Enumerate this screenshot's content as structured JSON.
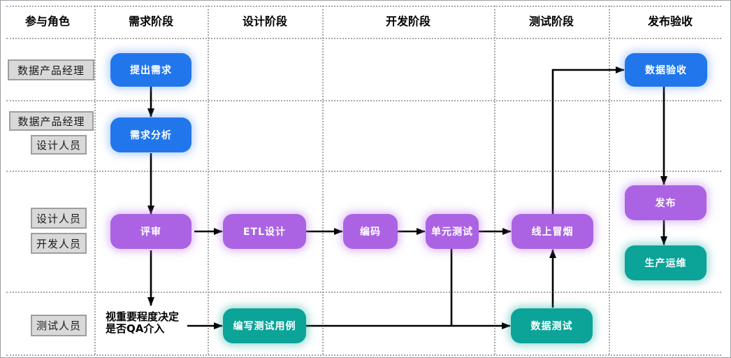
{
  "header": {
    "columns": [
      {
        "label": "参与角色"
      },
      {
        "label": "需求阶段"
      },
      {
        "label": "设计阶段"
      },
      {
        "label": "开发阶段"
      },
      {
        "label": "测试阶段"
      },
      {
        "label": "发布验收"
      }
    ]
  },
  "roles": [
    {
      "label": "数据产品经理"
    },
    {
      "label": "数据产品经理"
    },
    {
      "label": "设计人员"
    },
    {
      "label": "设计人员"
    },
    {
      "label": "开发人员"
    },
    {
      "label": "测试人员"
    }
  ],
  "nodes": [
    {
      "label": "提出需求",
      "type": "blue"
    },
    {
      "label": "需求分析",
      "type": "blue"
    },
    {
      "label": "评审",
      "type": "purple"
    },
    {
      "label": "ETL设计",
      "type": "purple"
    },
    {
      "label": "编码",
      "type": "purple"
    },
    {
      "label": "单元测试",
      "type": "purple"
    },
    {
      "label": "线上冒烟",
      "type": "purple"
    },
    {
      "label": "数据验收",
      "type": "blue"
    },
    {
      "label": "发布",
      "type": "purple"
    },
    {
      "label": "生产运维",
      "type": "teal"
    },
    {
      "label": "编写测试用例",
      "type": "teal"
    },
    {
      "label": "数据测试",
      "type": "teal"
    }
  ],
  "note": {
    "line1": "视重要程度决定",
    "line2": "是否QA介入"
  },
  "colors": {
    "blue": "#2176ec",
    "purple": "#ab63e3",
    "teal": "#0ca398",
    "arrow": "#000000",
    "role_bg": "#d9d9d9",
    "role_border": "#9e9e9e",
    "grid": "#a8a8a8"
  }
}
